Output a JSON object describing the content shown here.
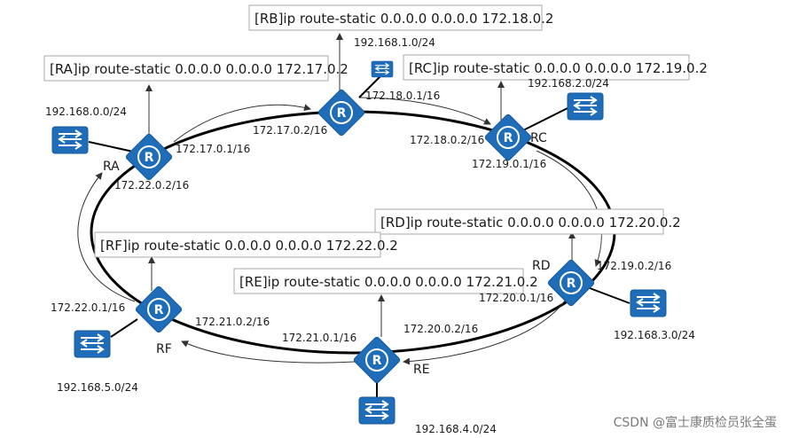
{
  "commands": {
    "rb": "[RB]ip route-static 0.0.0.0 0.0.0.0 172.18.0.2",
    "ra": "[RA]ip route-static 0.0.0.0 0.0.0.0 172.17.0.2",
    "rc": "[RC]ip route-static 0.0.0.0 0.0.0.0 172.19.0.2",
    "rd": "[RD]ip route-static 0.0.0.0 0.0.0.0 172.20.0.2",
    "rf": "[RF]ip route-static 0.0.0.0 0.0.0.0 172.22.0.2",
    "re": "[RE]ip route-static 0.0.0.0 0.0.0.0 172.21.0.2"
  },
  "routers": {
    "ra": "RA",
    "rc": "RC",
    "rd": "RD",
    "rf": "RF",
    "re": "RE"
  },
  "networks": {
    "net0": "192.168.0.0/24",
    "net1": "192.168.1.0/24",
    "net2": "192.168.2.0/24",
    "net3": "192.168.3.0/24",
    "net4": "192.168.4.0/24",
    "net5": "192.168.5.0/24"
  },
  "interfaces": {
    "ra_b": "172.17.0.1/16",
    "ra_f": "172.22.0.2/16",
    "rb_a": "172.17.0.2/16",
    "rb_c": "172.18.0.1/16",
    "rc_b": "172.18.0.2/16",
    "rc_d": "172.19.0.1/16",
    "rd_c": "172.19.0.2/16",
    "rd_e": "172.20.0.1/16",
    "re_d": "172.20.0.2/16",
    "re_f": "172.21.0.1/16",
    "rf_e": "172.21.0.2/16",
    "rf_a": "172.22.0.1/16"
  },
  "watermark": "CSDN @富士康质检员张全蛋",
  "colors": {
    "device": "#1f6db8",
    "device_dark": "#155a9c",
    "ring": "#000000",
    "box_border": "#a8a8a8"
  }
}
